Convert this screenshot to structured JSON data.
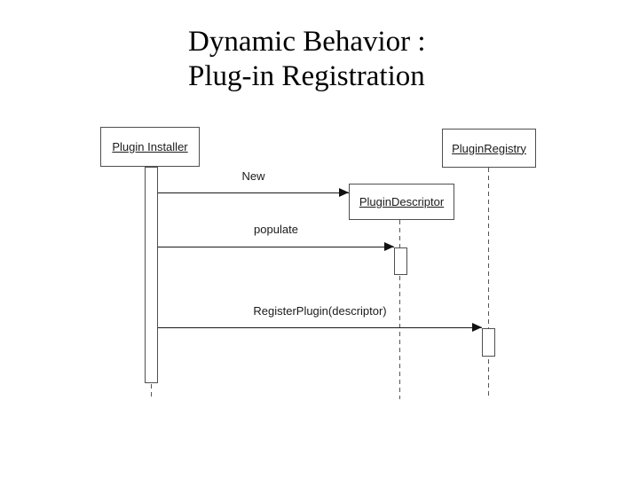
{
  "title": {
    "line1": "Dynamic Behavior :",
    "line2": "Plug-in Registration"
  },
  "diagram": {
    "type": "uml-sequence-diagram",
    "actors": [
      {
        "id": "plugin-installer",
        "label": "Plugin Installer"
      },
      {
        "id": "plugin-descriptor",
        "label": "PluginDescriptor"
      },
      {
        "id": "plugin-registry",
        "label": "PluginRegistry"
      }
    ],
    "messages": [
      {
        "label": "New",
        "from": "Plugin Installer",
        "to": "PluginDescriptor"
      },
      {
        "label": "populate",
        "from": "Plugin Installer",
        "to": "PluginDescriptor"
      },
      {
        "label": "RegisterPlugin(descriptor)",
        "from": "Plugin Installer",
        "to": "PluginRegistry"
      }
    ],
    "colors": {
      "background": "#ffffff",
      "box_border": "#4f4f4f",
      "arrow_line": "#1a1a1a",
      "lifeline_dash": "#555555",
      "text": "#000000"
    }
  }
}
